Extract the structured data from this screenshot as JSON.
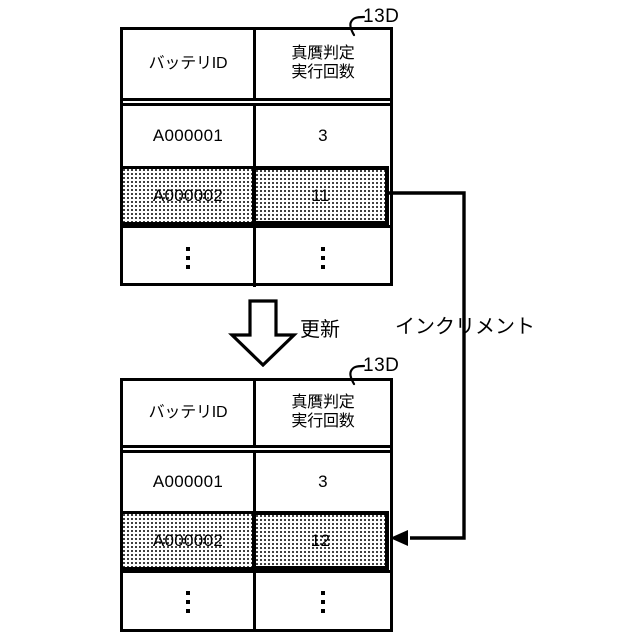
{
  "figure": {
    "reference_label_top": "13D",
    "reference_label_bottom": "13D",
    "update_label": "更新",
    "increment_label": "インクリメント"
  },
  "table_top": {
    "name": "battery-authenticity-count-table-before",
    "columns": [
      "バッテリID",
      "真贋判定\n実行回数"
    ],
    "rows": [
      {
        "battery_id": "A000001",
        "count": "3",
        "highlighted": false,
        "emphasized": false
      },
      {
        "battery_id": "A000002",
        "count": "11",
        "highlighted": true,
        "emphasized": true
      },
      {
        "battery_id": "⋮",
        "count": "⋮",
        "highlighted": false,
        "emphasized": false
      }
    ]
  },
  "table_bottom": {
    "name": "battery-authenticity-count-table-after",
    "columns": [
      "バッテリID",
      "真贋判定\n実行回数"
    ],
    "rows": [
      {
        "battery_id": "A000001",
        "count": "3",
        "highlighted": false,
        "emphasized": false
      },
      {
        "battery_id": "A000002",
        "count": "12",
        "highlighted": true,
        "emphasized": true
      },
      {
        "battery_id": "⋮",
        "count": "⋮",
        "highlighted": false,
        "emphasized": false
      }
    ]
  },
  "colors": {
    "line": "#000000",
    "background": "#ffffff"
  }
}
